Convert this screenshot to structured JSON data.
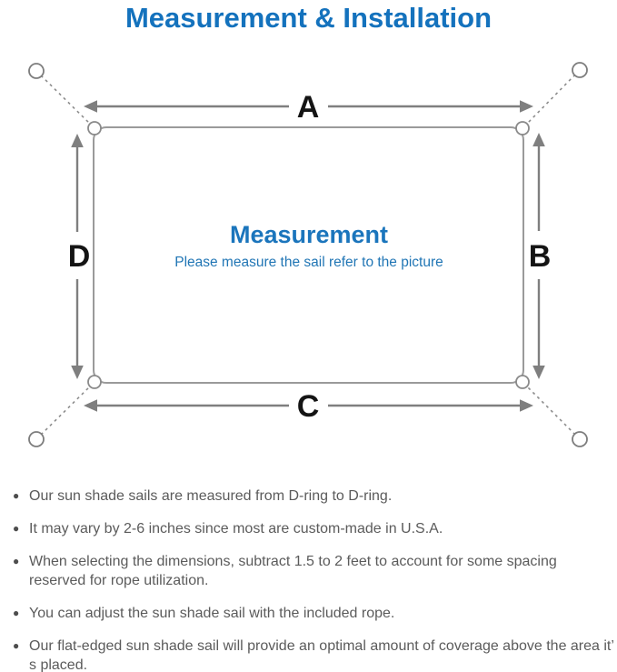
{
  "header": {
    "title": "Measurement & Installation",
    "title_color": "#1472bd"
  },
  "diagram": {
    "labels": {
      "top": "A",
      "right": "B",
      "bottom": "C",
      "left": "D"
    },
    "center_title": "Measurement",
    "center_subtitle": "Please measure the sail refer to the picture",
    "colors": {
      "sail_outline": "#9a9a9a",
      "arrow": "#7f7f7f",
      "ring_stroke": "#7d7d7d",
      "dashed_rope": "#8c8c8c",
      "label_text": "#141414",
      "accent_blue": "#1b75bc",
      "subtitle_blue": "#2176b5"
    }
  },
  "notes": {
    "items": [
      "Our sun shade sails are measured from D-ring to D-ring.",
      "It may vary by 2-6 inches since most are custom-made in U.S.A.",
      "When selecting the dimensions, subtract 1.5 to 2 feet to account for some spacing reserved for rope utilization.",
      "You can adjust the sun shade sail with the included rope.",
      "Our flat-edged sun shade sail will provide an optimal amount of coverage above the area it’ s placed."
    ]
  }
}
